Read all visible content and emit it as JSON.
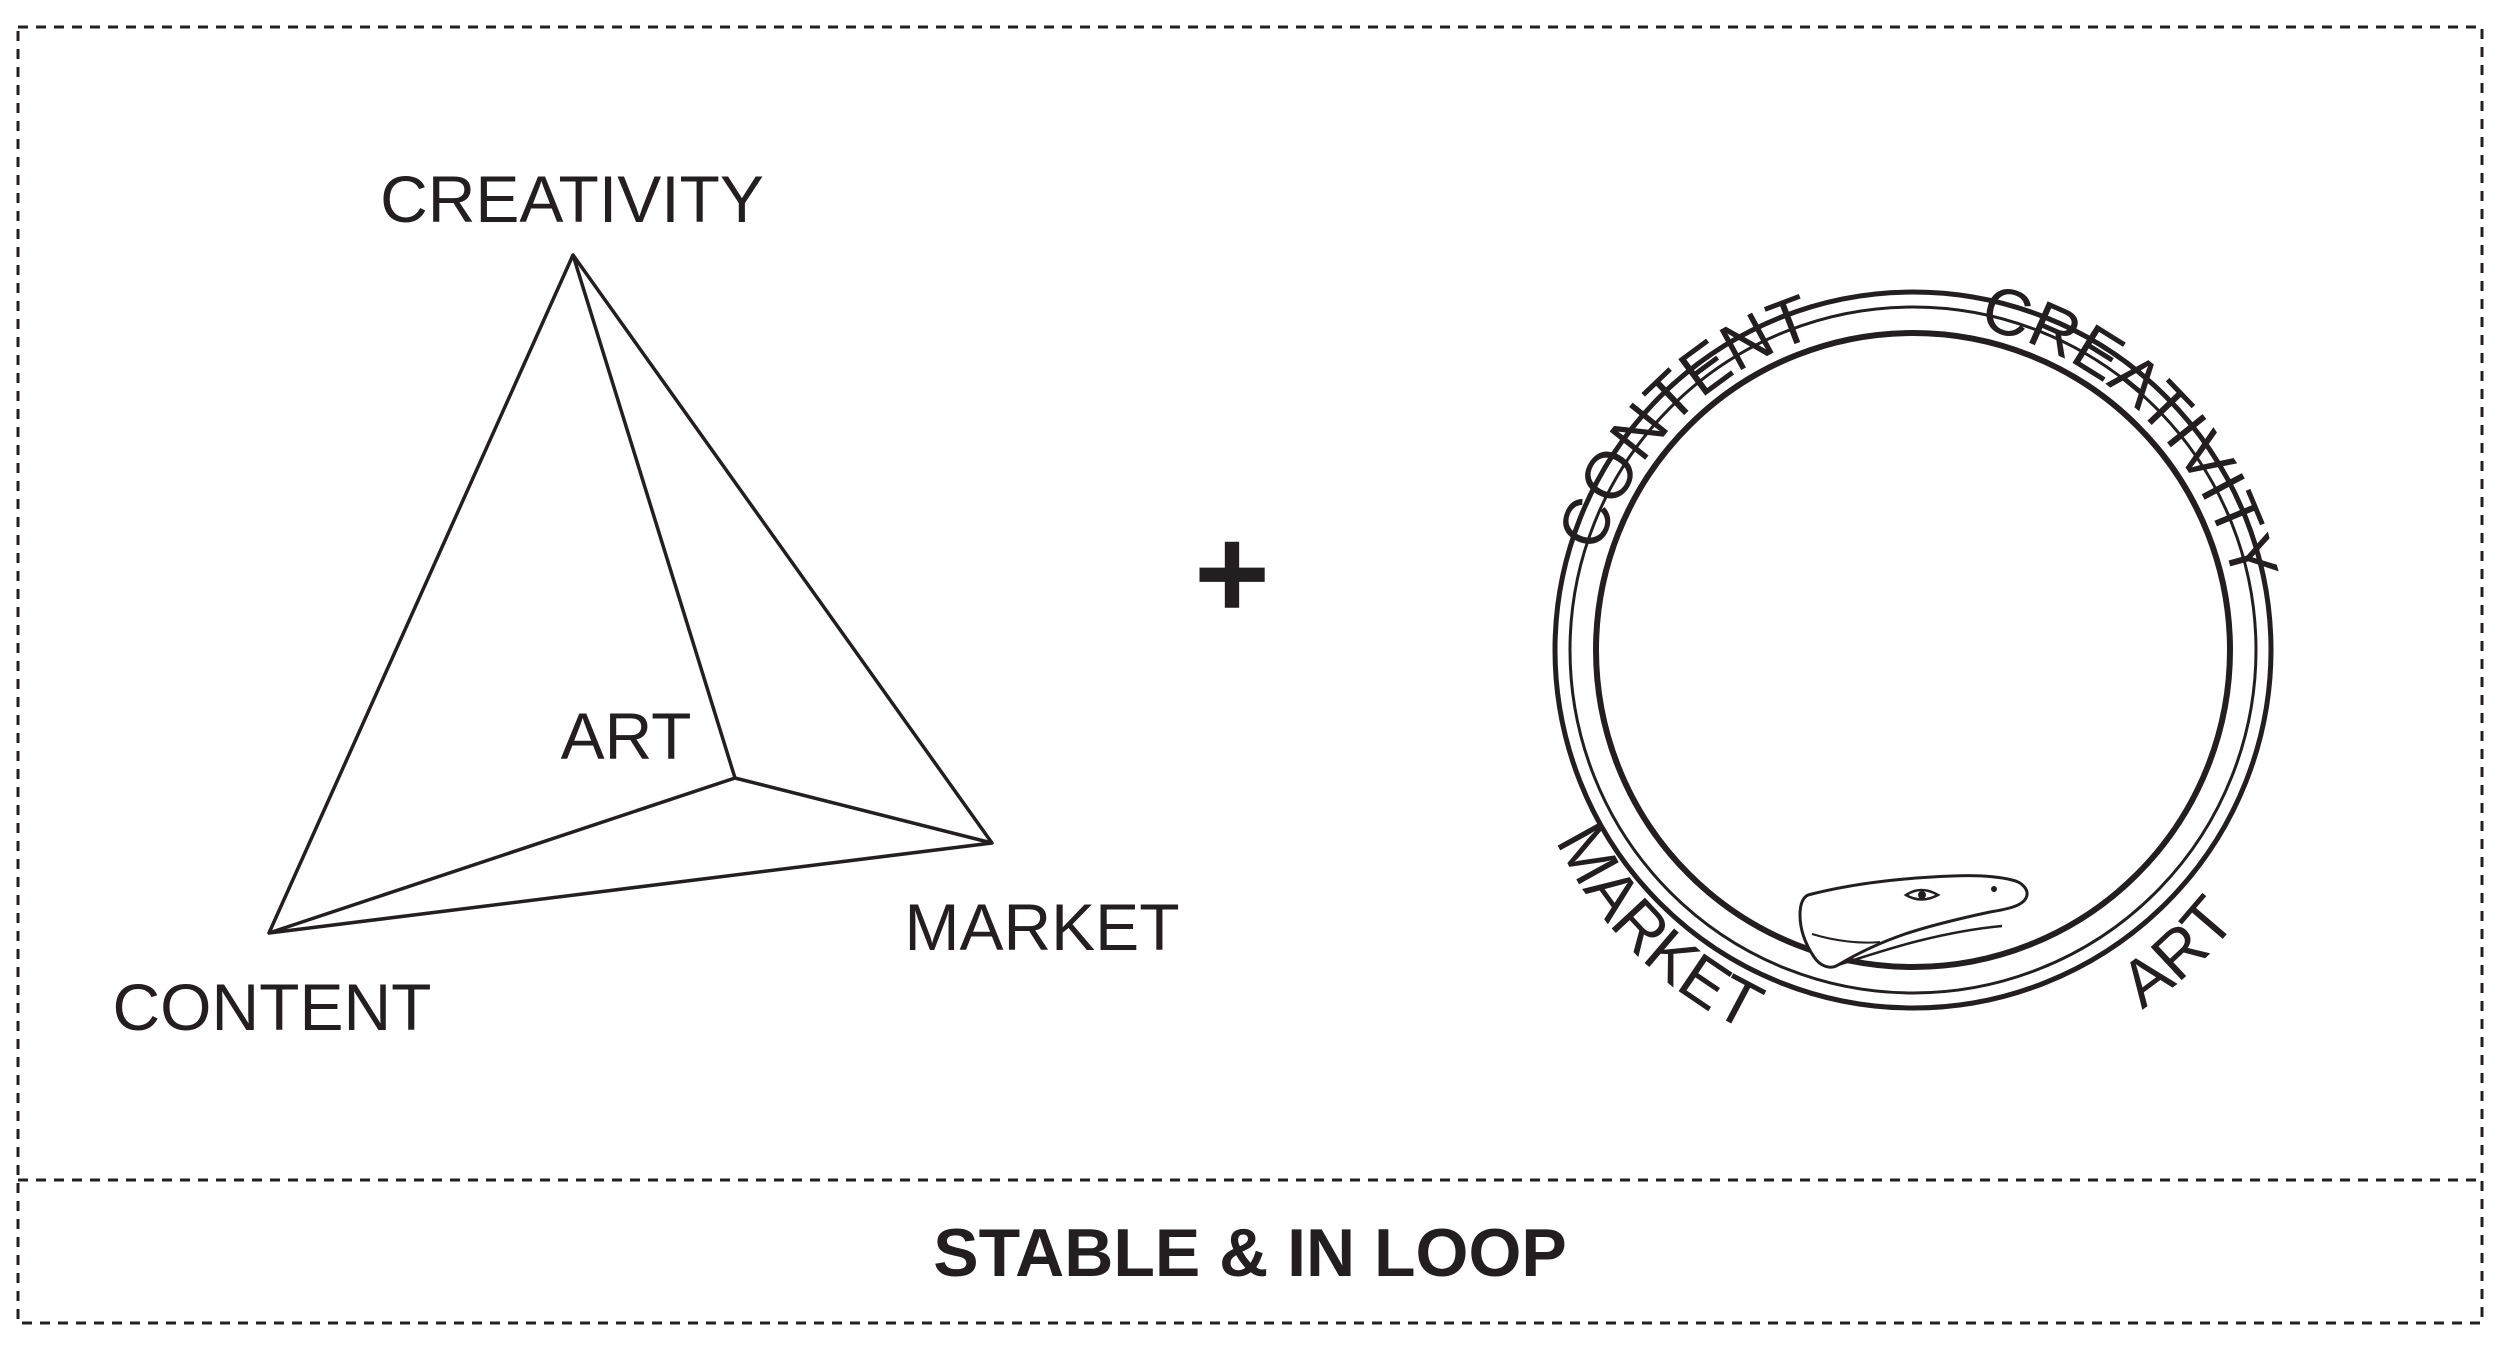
{
  "pyramid": {
    "apex_label": "CREATIVITY",
    "center_label": "ART",
    "right_label": "MARKET",
    "left_label": "CONTENT"
  },
  "connector": {
    "symbol": "+"
  },
  "ouroboros": {
    "labels": {
      "content": "CONTENT",
      "creativity": "CREATIVITY",
      "market": "MARKET",
      "art": "ART"
    }
  },
  "footer": {
    "caption": "STABLE & IN LOOP"
  },
  "colors": {
    "ink": "#231f20",
    "background": "#ffffff"
  }
}
